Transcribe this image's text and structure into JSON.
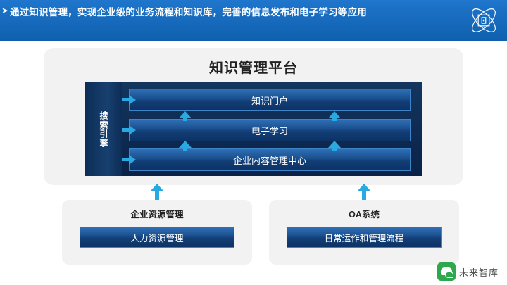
{
  "header": {
    "bullet": "➤",
    "text": "通过知识管理，实现企业级的业务流程和知识库，完善的信息发布和电子学习等应用",
    "logo_name": "atom-network-icon",
    "bg_color": "#1b6fc4"
  },
  "diagram": {
    "platform": {
      "title": "知识管理平台",
      "search_engine_label": "搜索引擎",
      "bars": [
        {
          "label": "知识门户"
        },
        {
          "label": "电子学习"
        },
        {
          "label": "企业内容管理中心"
        }
      ]
    },
    "subsystems": [
      {
        "title": "企业资源管理",
        "item": "人力资源管理"
      },
      {
        "title": "OA系统",
        "item": "日常运作和管理流程"
      }
    ],
    "accent_color": "#29a9e1",
    "bar_color": "#1a4e8d",
    "panel_color": "#f2f2f2"
  },
  "watermark": {
    "text": "未来智库",
    "logo_name": "wechat-logo-icon"
  }
}
